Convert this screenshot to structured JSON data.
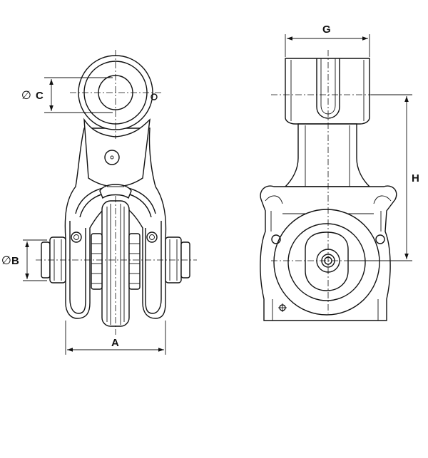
{
  "figure": {
    "colors": {
      "line": "#111111",
      "background": "#ffffff"
    },
    "diameter_symbol": "∅",
    "front_view": {
      "dim_A": "A",
      "dim_B": "B",
      "dim_C": "C"
    },
    "side_view": {
      "dim_G": "G",
      "dim_H": "H"
    }
  }
}
